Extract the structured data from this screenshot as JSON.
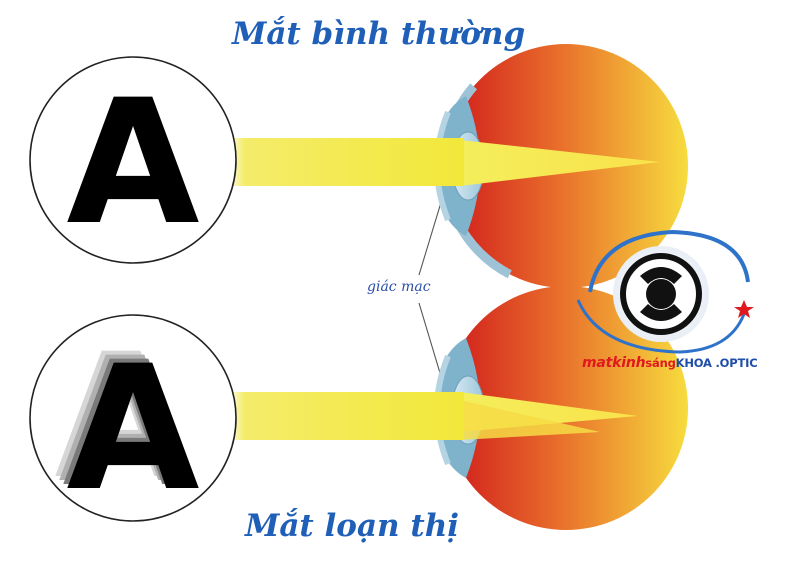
{
  "labels": {
    "normal_eye": "Mắt bình thường",
    "astigmatism_eye": "Mắt loạn thị",
    "cornea": "giác mạc"
  },
  "chart_letters": {
    "letter": "A"
  },
  "watermark": {
    "brand_part1": "matkinh",
    "brand_part2": "sáng",
    "brand_part3": "KHOA .OPTIC"
  },
  "colors": {
    "title_blue": "#1f5fb8",
    "light_beam": "#f2ea3c",
    "eye_red": "#d0191b",
    "eye_yellow": "#f6d23a",
    "brand_red": "#e0191f",
    "brand_blue": "#1f4ea8"
  }
}
